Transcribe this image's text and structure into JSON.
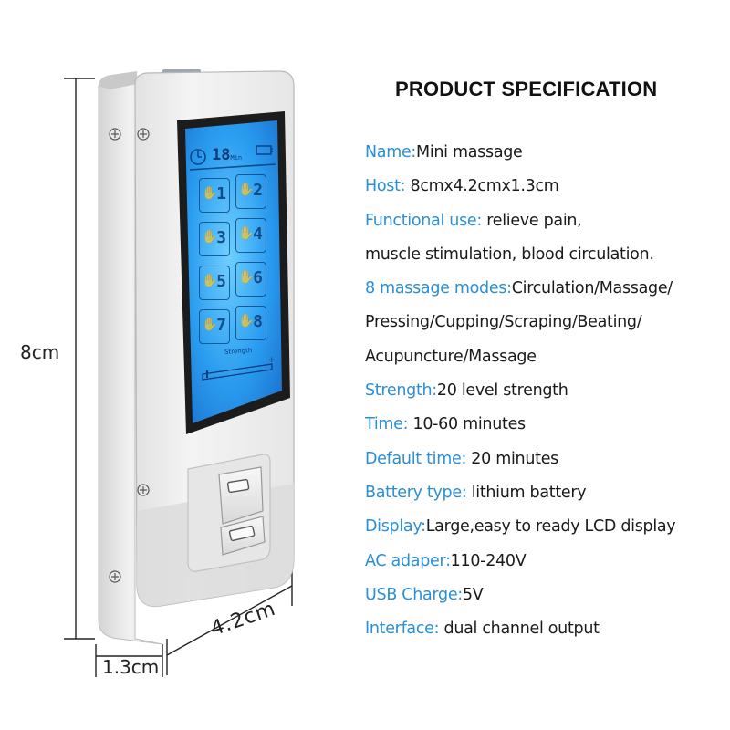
{
  "title": "PRODUCT SPECIFICATION",
  "dimensions": {
    "height": "8cm",
    "depth": "1.3cm",
    "width": "4.2cm"
  },
  "device": {
    "lcd_time": "18",
    "lcd_time_unit": "Min",
    "strength_label": "Strength",
    "mode_numbers": [
      "1",
      "2",
      "3",
      "4",
      "5",
      "6",
      "7",
      "8"
    ]
  },
  "specs": [
    {
      "key": "Name:",
      "value": "Mini massage"
    },
    {
      "key": "Host:",
      "value": " 8cmx4.2cmx1.3cm"
    },
    {
      "key": "Functional use:",
      "value": " relieve pain,"
    },
    {
      "key": "",
      "value": "muscle stimulation, blood circulation."
    },
    {
      "key": "8 massage modes:",
      "value": "Circulation/Massage/"
    },
    {
      "key": "",
      "value": "Pressing/Cupping/Scraping/Beating/"
    },
    {
      "key": "",
      "value": "Acupuncture/Massage"
    },
    {
      "key": "Strength:",
      "value": "20 level strength"
    },
    {
      "key": "Time:",
      "value": " 10-60 minutes"
    },
    {
      "key": "Default time:",
      "value": " 20 minutes"
    },
    {
      "key": "Battery type:",
      "value": " lithium battery"
    },
    {
      "key": "Display:",
      "value": "Large,easy to ready LCD display"
    },
    {
      "key": "AC adaper:",
      "value": "110-240V"
    },
    {
      "key": "USB Charge:",
      "value": "5V"
    },
    {
      "key": "Interface:",
      "value": " dual channel output"
    }
  ],
  "colors": {
    "accent": "#2a8fd6",
    "lcd": "#1e8fe8",
    "body": "#e9e9e9"
  },
  "icons": [
    "clock-icon",
    "battery-icon",
    "massage-mode-icon",
    "screw-icon",
    "up-button-icon",
    "down-button-icon"
  ]
}
